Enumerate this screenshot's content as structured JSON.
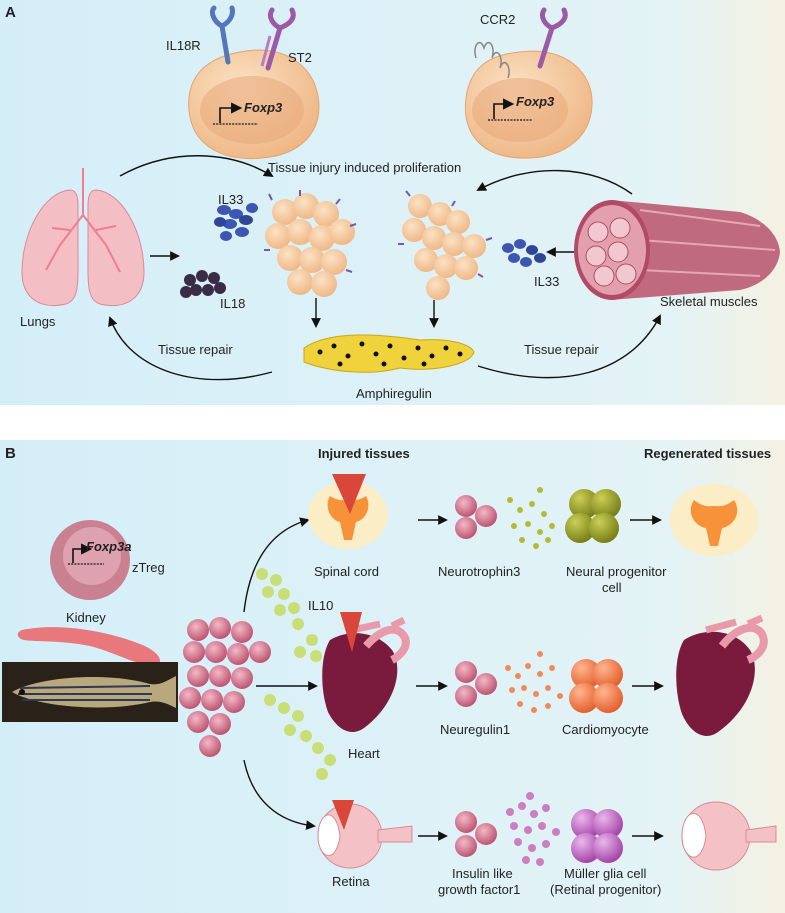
{
  "colors": {
    "panel_bg": "#daf0f9",
    "treg_cell": "#f5c99c",
    "il33": "#3d56b2",
    "il18": "#3a2b46",
    "amphiregulin": "#f0d23c",
    "muscle": "#c06a80",
    "lung": "#f3b2bb",
    "spinal_cord": "#f7923a",
    "neurotrophin": "#b2ba3a",
    "neuregulin": "#f08a5a",
    "igf1": "#cc7ec0",
    "il10": "#c8df78",
    "treg_b": "#d47a92",
    "kidney": "#e8787c",
    "heart": "#7a1b3e"
  },
  "icons": [
    "lung-icon",
    "muscle-icon",
    "treg-cell-icon",
    "cytokine-cluster-icon",
    "spinal-cord-icon",
    "heart-icon",
    "eye-icon",
    "kidney-icon",
    "zebrafish-photo",
    "receptor-icon",
    "needle-icon"
  ],
  "panelA": {
    "label": "A",
    "receptor1": "IL18R",
    "receptor2": "ST2",
    "receptor3": "CCR2",
    "gene1": "Foxp3",
    "gene2": "Foxp3",
    "proliferation": "Tissue injury induced proliferation",
    "il33_left": "IL33",
    "il18": "IL18",
    "il33_right": "IL33",
    "lungs": "Lungs",
    "muscles": "Skeletal muscles",
    "repair_left": "Tissue repair",
    "repair_right": "Tissue repair",
    "amphiregulin": "Amphiregulin"
  },
  "panelB": {
    "label": "B",
    "injured": "Injured tissues",
    "regenerated": "Regenerated tissues",
    "gene": "Foxp3a",
    "ztreg": "zTreg",
    "kidney": "Kidney",
    "il10": "IL10",
    "spinal_cord": "Spinal cord",
    "heart": "Heart",
    "retina": "Retina",
    "neurotrophin3": "Neurotrophin3",
    "neural_prog_1": "Neural progenitor",
    "neural_prog_2": "cell",
    "neuregulin1": "Neuregulin1",
    "cardiomyocyte": "Cardiomyocyte",
    "igf_1": "Insulin like",
    "igf_2": "growth factor1",
    "muller_1": "Müller glia cell",
    "muller_2": "(Retinal progenitor)"
  }
}
